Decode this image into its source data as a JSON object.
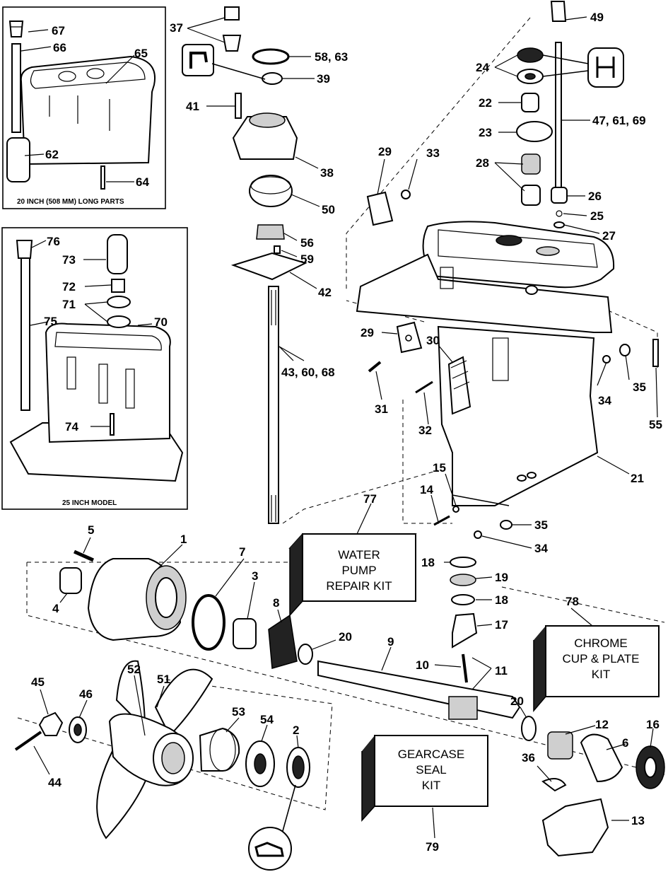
{
  "insets": {
    "inset_20in_caption": "20 INCH (508 MM) LONG PARTS",
    "inset_25in_caption": "25 INCH MODEL"
  },
  "kits": {
    "water_pump": [
      "WATER",
      "PUMP",
      "REPAIR KIT"
    ],
    "chrome_cup": [
      "CHROME",
      "CUP & PLATE",
      "KIT"
    ],
    "gearcase_seal": [
      "GEARCASE",
      "SEAL",
      "KIT"
    ]
  },
  "labels": [
    {
      "id": "67",
      "text": "67"
    },
    {
      "id": "66",
      "text": "66"
    },
    {
      "id": "65",
      "text": "65"
    },
    {
      "id": "62",
      "text": "62"
    },
    {
      "id": "64",
      "text": "64"
    },
    {
      "id": "76",
      "text": "76"
    },
    {
      "id": "73",
      "text": "73"
    },
    {
      "id": "72",
      "text": "72"
    },
    {
      "id": "71",
      "text": "71"
    },
    {
      "id": "75",
      "text": "75"
    },
    {
      "id": "70",
      "text": "70"
    },
    {
      "id": "74",
      "text": "74"
    },
    {
      "id": "37",
      "text": "37"
    },
    {
      "id": "58_63",
      "text": "58, 63"
    },
    {
      "id": "39",
      "text": "39"
    },
    {
      "id": "41",
      "text": "41"
    },
    {
      "id": "38",
      "text": "38"
    },
    {
      "id": "50",
      "text": "50"
    },
    {
      "id": "56",
      "text": "56"
    },
    {
      "id": "59",
      "text": "59"
    },
    {
      "id": "42",
      "text": "42"
    },
    {
      "id": "43_60_68",
      "text": "43, 60, 68"
    },
    {
      "id": "49",
      "text": "49"
    },
    {
      "id": "24",
      "text": "24"
    },
    {
      "id": "22",
      "text": "22"
    },
    {
      "id": "47_61_69",
      "text": "47, 61, 69"
    },
    {
      "id": "23",
      "text": "23"
    },
    {
      "id": "29a",
      "text": "29"
    },
    {
      "id": "33",
      "text": "33"
    },
    {
      "id": "28",
      "text": "28"
    },
    {
      "id": "26",
      "text": "26"
    },
    {
      "id": "25",
      "text": "25"
    },
    {
      "id": "27",
      "text": "27"
    },
    {
      "id": "29b",
      "text": "29"
    },
    {
      "id": "30",
      "text": "30"
    },
    {
      "id": "31",
      "text": "31"
    },
    {
      "id": "32",
      "text": "32"
    },
    {
      "id": "34a",
      "text": "34"
    },
    {
      "id": "35a",
      "text": "35"
    },
    {
      "id": "55",
      "text": "55"
    },
    {
      "id": "21",
      "text": "21"
    },
    {
      "id": "15",
      "text": "15"
    },
    {
      "id": "14",
      "text": "14"
    },
    {
      "id": "35b",
      "text": "35"
    },
    {
      "id": "34b",
      "text": "34"
    },
    {
      "id": "77",
      "text": "77"
    },
    {
      "id": "18a",
      "text": "18"
    },
    {
      "id": "19",
      "text": "19"
    },
    {
      "id": "18b",
      "text": "18"
    },
    {
      "id": "17",
      "text": "17"
    },
    {
      "id": "78",
      "text": "78"
    },
    {
      "id": "5",
      "text": "5"
    },
    {
      "id": "1",
      "text": "1"
    },
    {
      "id": "7",
      "text": "7"
    },
    {
      "id": "3",
      "text": "3"
    },
    {
      "id": "8",
      "text": "8"
    },
    {
      "id": "4",
      "text": "4"
    },
    {
      "id": "20a",
      "text": "20"
    },
    {
      "id": "9",
      "text": "9"
    },
    {
      "id": "10",
      "text": "10"
    },
    {
      "id": "11",
      "text": "11"
    },
    {
      "id": "20b",
      "text": "20"
    },
    {
      "id": "12",
      "text": "12"
    },
    {
      "id": "6",
      "text": "6"
    },
    {
      "id": "16",
      "text": "16"
    },
    {
      "id": "36",
      "text": "36"
    },
    {
      "id": "13",
      "text": "13"
    },
    {
      "id": "45",
      "text": "45"
    },
    {
      "id": "46",
      "text": "46"
    },
    {
      "id": "52",
      "text": "52"
    },
    {
      "id": "51",
      "text": "51"
    },
    {
      "id": "53",
      "text": "53"
    },
    {
      "id": "54",
      "text": "54"
    },
    {
      "id": "2",
      "text": "2"
    },
    {
      "id": "44",
      "text": "44"
    },
    {
      "id": "79",
      "text": "79"
    }
  ]
}
